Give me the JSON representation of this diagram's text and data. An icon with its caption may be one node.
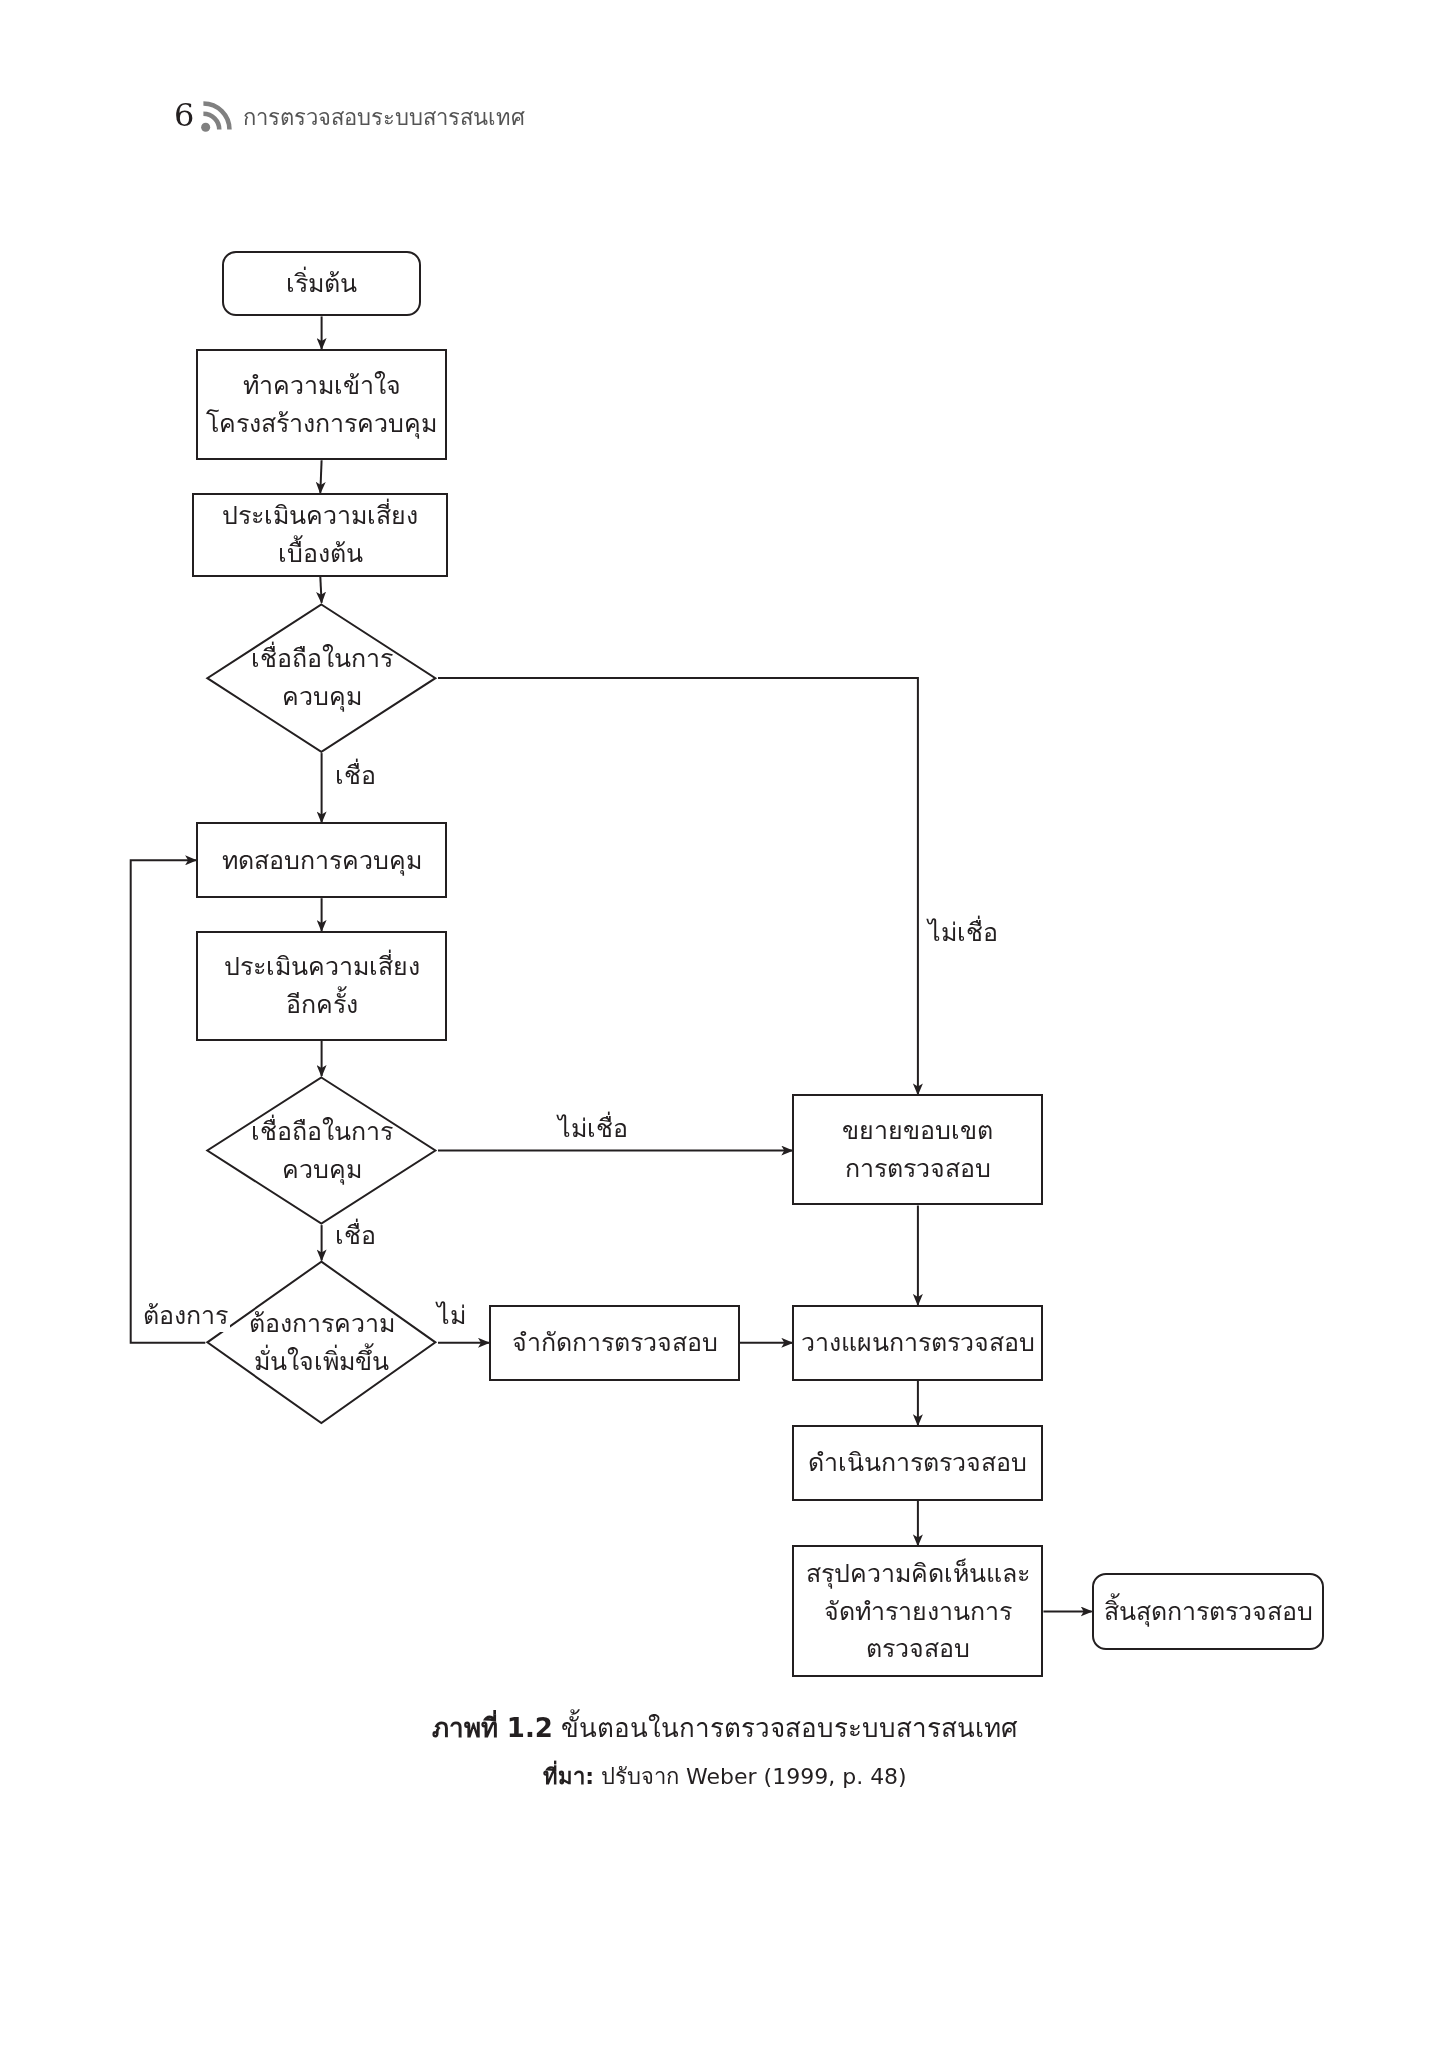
{
  "diagram": {
    "caption": "**ภาพที่ 1.2** ขั้นตอนในการตรวจสอบระบบสารสนเทศ",
    "nodes": [
      {
        "text": [
          "เริ่มต้น"
        ]
      },
      {
        "text": [
          "ทำความเข้าใจโครงสร้างการควบคุม"
        ]
      },
      {
        "text": [
          "ประเมินความเสี่ยงเบื้องต้น"
        ]
      },
      {
        "text": [
          "เชื่อถือในการควบคุม"
        ]
      },
      {
        "text": [
          "ทดสอบการควบคุม"
        ]
      },
      {
        "text": [
          "ประเมินความเสี่ยงอีกครั้ง"
        ]
      },
      {
        "text": [
          "เชื่อถือในการควบคุม"
        ]
      },
      {
        "text": [
          "ต้องการความมั่นใจเพิ่มขึ้น"
        ]
      },
      {
        "text": [
          "จำกัดการตรวจสอบ"
        ]
      },
      {
        "text": [
          "ขยายขอบเขตการตรวจสอบ"
        ]
      },
      {
        "text": [
          "วางแผนการตรวจสอบ"
        ]
      },
      {
        "text": [
          "ดำเนินการตรวจสอบ"
        ]
      },
      {
        "text": [
          "สรุปความคิดเห็นและจัดทำรายงานการตรวจสอบ"
        ]
      },
      {
        "text": [
          "สิ้นสุดการตรวจสอบ"
        ]
      }
    ],
    "edges": [
      {
        "from": 0,
        "to": 1,
        "arrow": "to"
      },
      {
        "from": 1,
        "to": 2,
        "arrow": "to"
      },
      {
        "from": 2,
        "to": 3,
        "arrow": "to"
      },
      {
        "from": 3,
        "to": 4,
        "arrow": "to",
        "label": "เชื่อ"
      },
      {
        "from": 3,
        "to": 9,
        "arrow": "to",
        "label": "ไม่เชื่อ"
      },
      {
        "from": 4,
        "to": 5,
        "arrow": "to"
      },
      {
        "from": 5,
        "to": 6,
        "arrow": "to"
      },
      {
        "from": 6,
        "to": 9,
        "arrow": "to",
        "label": "ไม่เชื่อ"
      },
      {
        "from": 6,
        "to": 7,
        "arrow": "to",
        "label": "เชื่อ"
      },
      {
        "from": 7,
        "to": 4,
        "arrow": "to",
        "label": "ต้องการ"
      },
      {
        "from": 7,
        "to": 8,
        "arrow": "to",
        "label": "ไม่"
      },
      {
        "from": 8,
        "to": 10,
        "arrow": "to"
      },
      {
        "from": 9,
        "to": 10,
        "arrow": "to"
      },
      {
        "from": 10,
        "to": 11,
        "arrow": "to"
      },
      {
        "from": 11,
        "to": 12,
        "arrow": "to"
      },
      {
        "from": 12,
        "to": 13,
        "arrow": "to"
      }
    ],
    "labels": [
      "6",
      "การตรวจสอบระบบสารสนเทศ",
      "**ที่มา:** ปรับจาก Weber (1999, p. 48)"
    ]
  }
}
